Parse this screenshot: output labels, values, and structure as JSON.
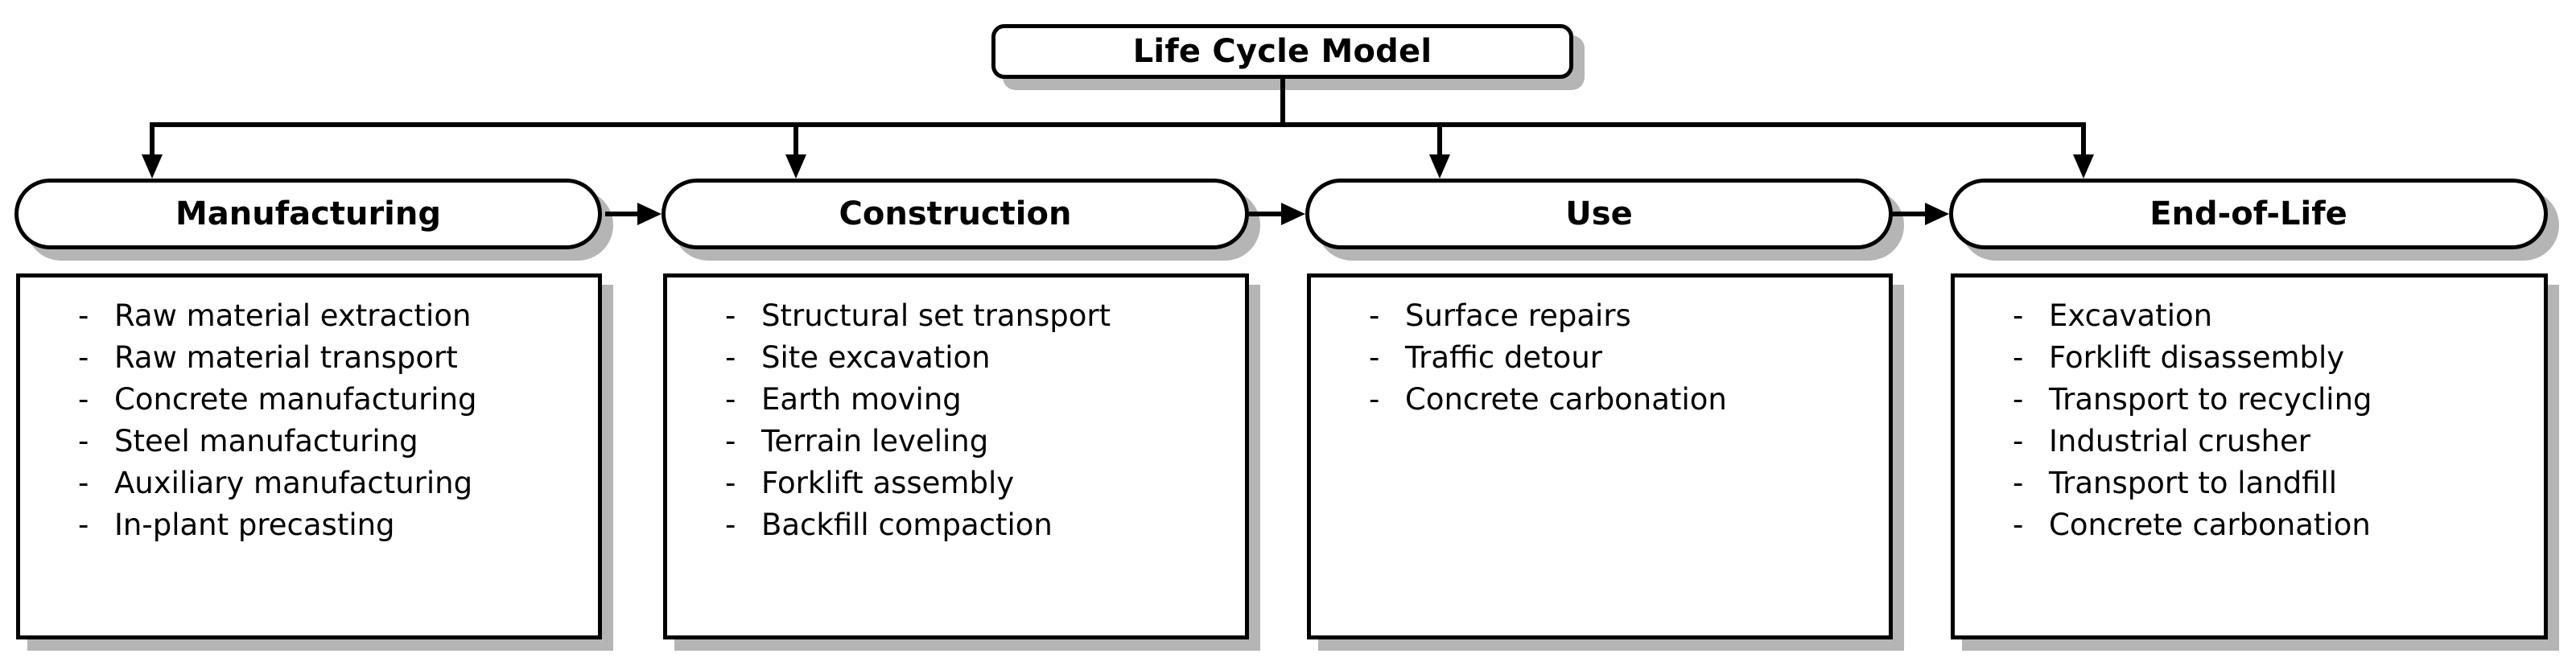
{
  "diagram": {
    "title": "Life Cycle Model",
    "stages": [
      {
        "name": "Manufacturing",
        "items": [
          "Raw material extraction",
          "Raw material transport",
          "Concrete manufacturing",
          "Steel manufacturing",
          "Auxiliary manufacturing",
          "In-plant precasting"
        ]
      },
      {
        "name": "Construction",
        "items": [
          "Structural set transport",
          "Site excavation",
          "Earth moving",
          "Terrain leveling",
          "Forklift assembly",
          "Backfill compaction"
        ]
      },
      {
        "name": "Use",
        "items": [
          "Surface repairs",
          "Traffic detour",
          "Concrete carbonation"
        ]
      },
      {
        "name": "End-of-Life",
        "items": [
          "Excavation",
          "Forklift disassembly",
          "Transport to recycling",
          "Industrial crusher",
          "Transport to landfill",
          "Concrete carbonation"
        ]
      }
    ],
    "bullet": "-",
    "colors": {
      "line": "#000000",
      "shadow": "#b5b5b5",
      "background": "#ffffff",
      "text": "#000000"
    }
  }
}
